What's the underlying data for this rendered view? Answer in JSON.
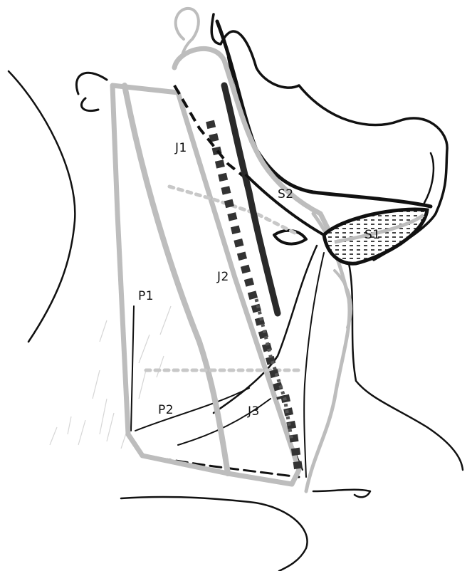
{
  "diagram": {
    "labels": {
      "j1": "J1",
      "s2": "S2",
      "s1": "S1",
      "j2": "J2",
      "p1": "P1",
      "p2": "P2",
      "j3": "J3"
    },
    "colors": {
      "outline": "#111111",
      "boundary_gray": "#bdbdbd",
      "dotted_gray": "#c8c8c8",
      "background": "#ffffff"
    }
  }
}
